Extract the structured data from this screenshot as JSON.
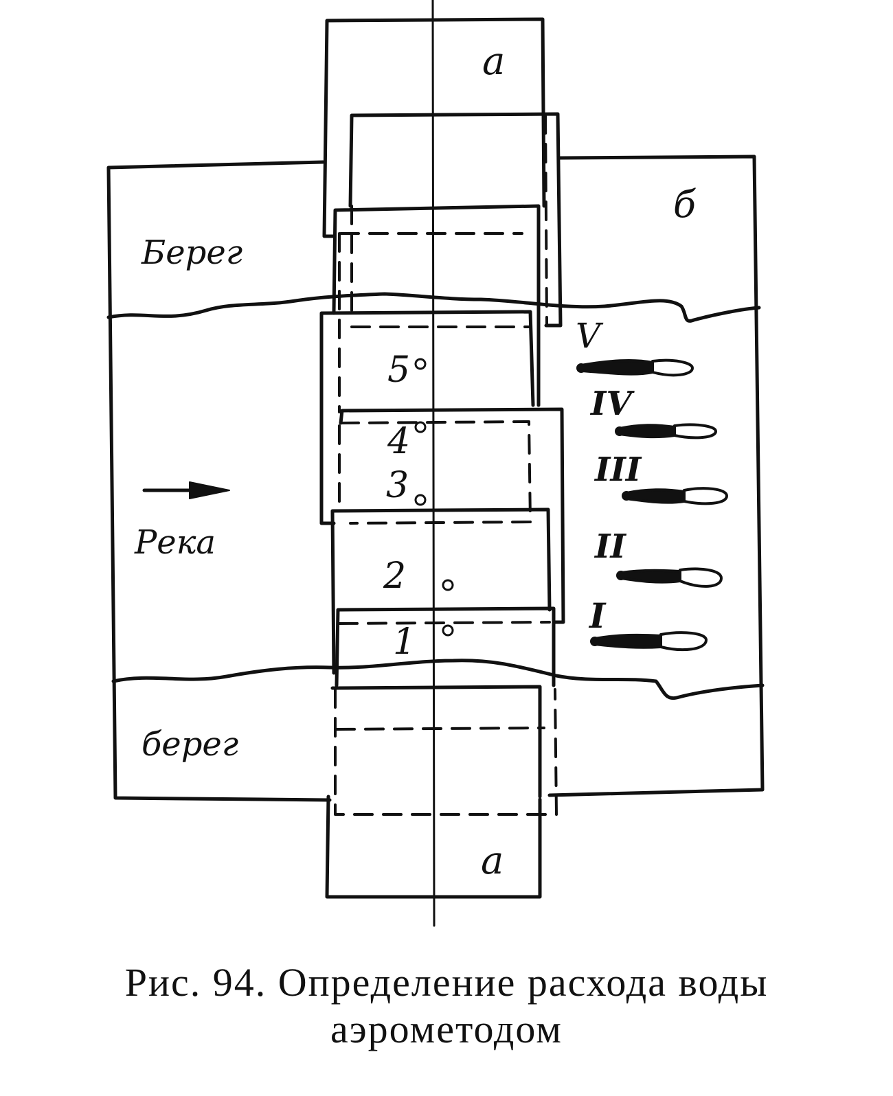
{
  "labels": {
    "frame_a_top": "а",
    "frame_a_bottom": "а",
    "map_label": "б",
    "bank_top": "Берег",
    "bank_bottom": "берег",
    "river": "Река",
    "pt1": "1",
    "pt2": "2",
    "pt3": "3",
    "pt4": "4",
    "pt5": "5",
    "float_V": "V",
    "float_IV": "IV",
    "float_III": "III",
    "float_II": "II",
    "float_I": "I"
  },
  "caption": {
    "line1": "Рис. 94. Определение расхода  воды",
    "line2": "аэрометодом"
  },
  "colors": {
    "ink": "#111111",
    "background": "#ffffff"
  }
}
